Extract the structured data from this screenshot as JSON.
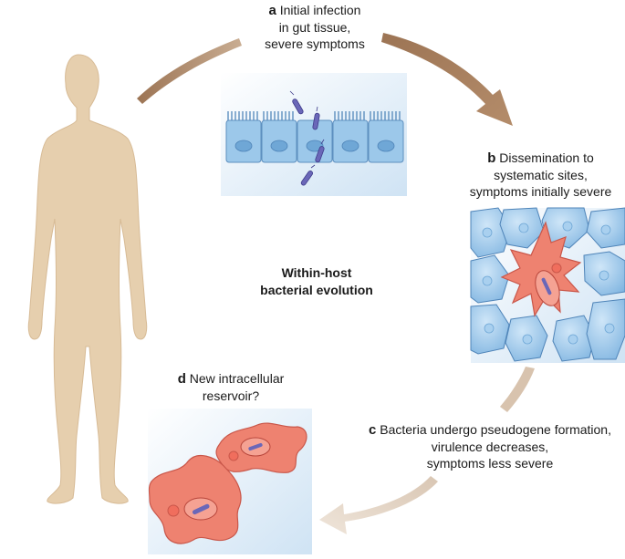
{
  "stages": {
    "a": {
      "letter": "a",
      "line1": "Initial infection",
      "line2": "in gut tissue,",
      "line3": "severe symptoms"
    },
    "b": {
      "letter": "b",
      "line1": "Dissemination to",
      "line2": "systematic sites,",
      "line3": "symptoms initially severe"
    },
    "c": {
      "letter": "c",
      "line1": "Bacteria undergo pseudogene formation,",
      "line2": "virulence decreases,",
      "line3": "symptoms less severe"
    },
    "d": {
      "letter": "d",
      "line1": "New intracellular",
      "line2": "reservoir?"
    }
  },
  "center": {
    "line1": "Within-host",
    "line2": "bacterial evolution"
  },
  "colors": {
    "human_skin": "#e6cfae",
    "arrow_dark": "#a07b5a",
    "arrow_light": "#e2d2c2",
    "epithelial_cell": "#9cc8ea",
    "epithelial_nucleus": "#6fa7d6",
    "macrophage": "#ee8270",
    "macrophage_outline": "#c9574a",
    "bacterium": "#6a67b8",
    "panel_bg": "#dcebf7"
  },
  "icons": [
    "human-silhouette-icon",
    "epithelium-icon",
    "tissue-cells-icon",
    "macrophage-icon",
    "bacterium-icon"
  ]
}
